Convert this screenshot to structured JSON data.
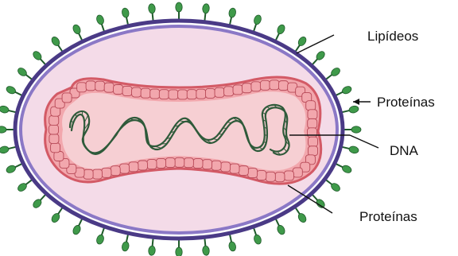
{
  "labels": {
    "lipids": "Lipídeos",
    "proteins_surface": "Proteínas",
    "dna": "DNA",
    "proteins_core": "Proteínas"
  },
  "colors": {
    "envelope_outer": "#4a3a86",
    "envelope_inner": "#8b78c6",
    "cytoplasm": "#f4dbe8",
    "core_fill": "#f6cfd3",
    "core_membrane": "#d35a66",
    "bead_fill": "#f2a7ad",
    "bead_stroke": "#b74957",
    "spike_head": "#3f9a4a",
    "spike_stem": "#1f5a2a",
    "dna": "#2f5a3a",
    "leader": "#111111"
  },
  "icons": [
    "virus-envelope-icon",
    "surface-spike-icon",
    "dna-helix-icon",
    "core-protein-bead-icon"
  ]
}
